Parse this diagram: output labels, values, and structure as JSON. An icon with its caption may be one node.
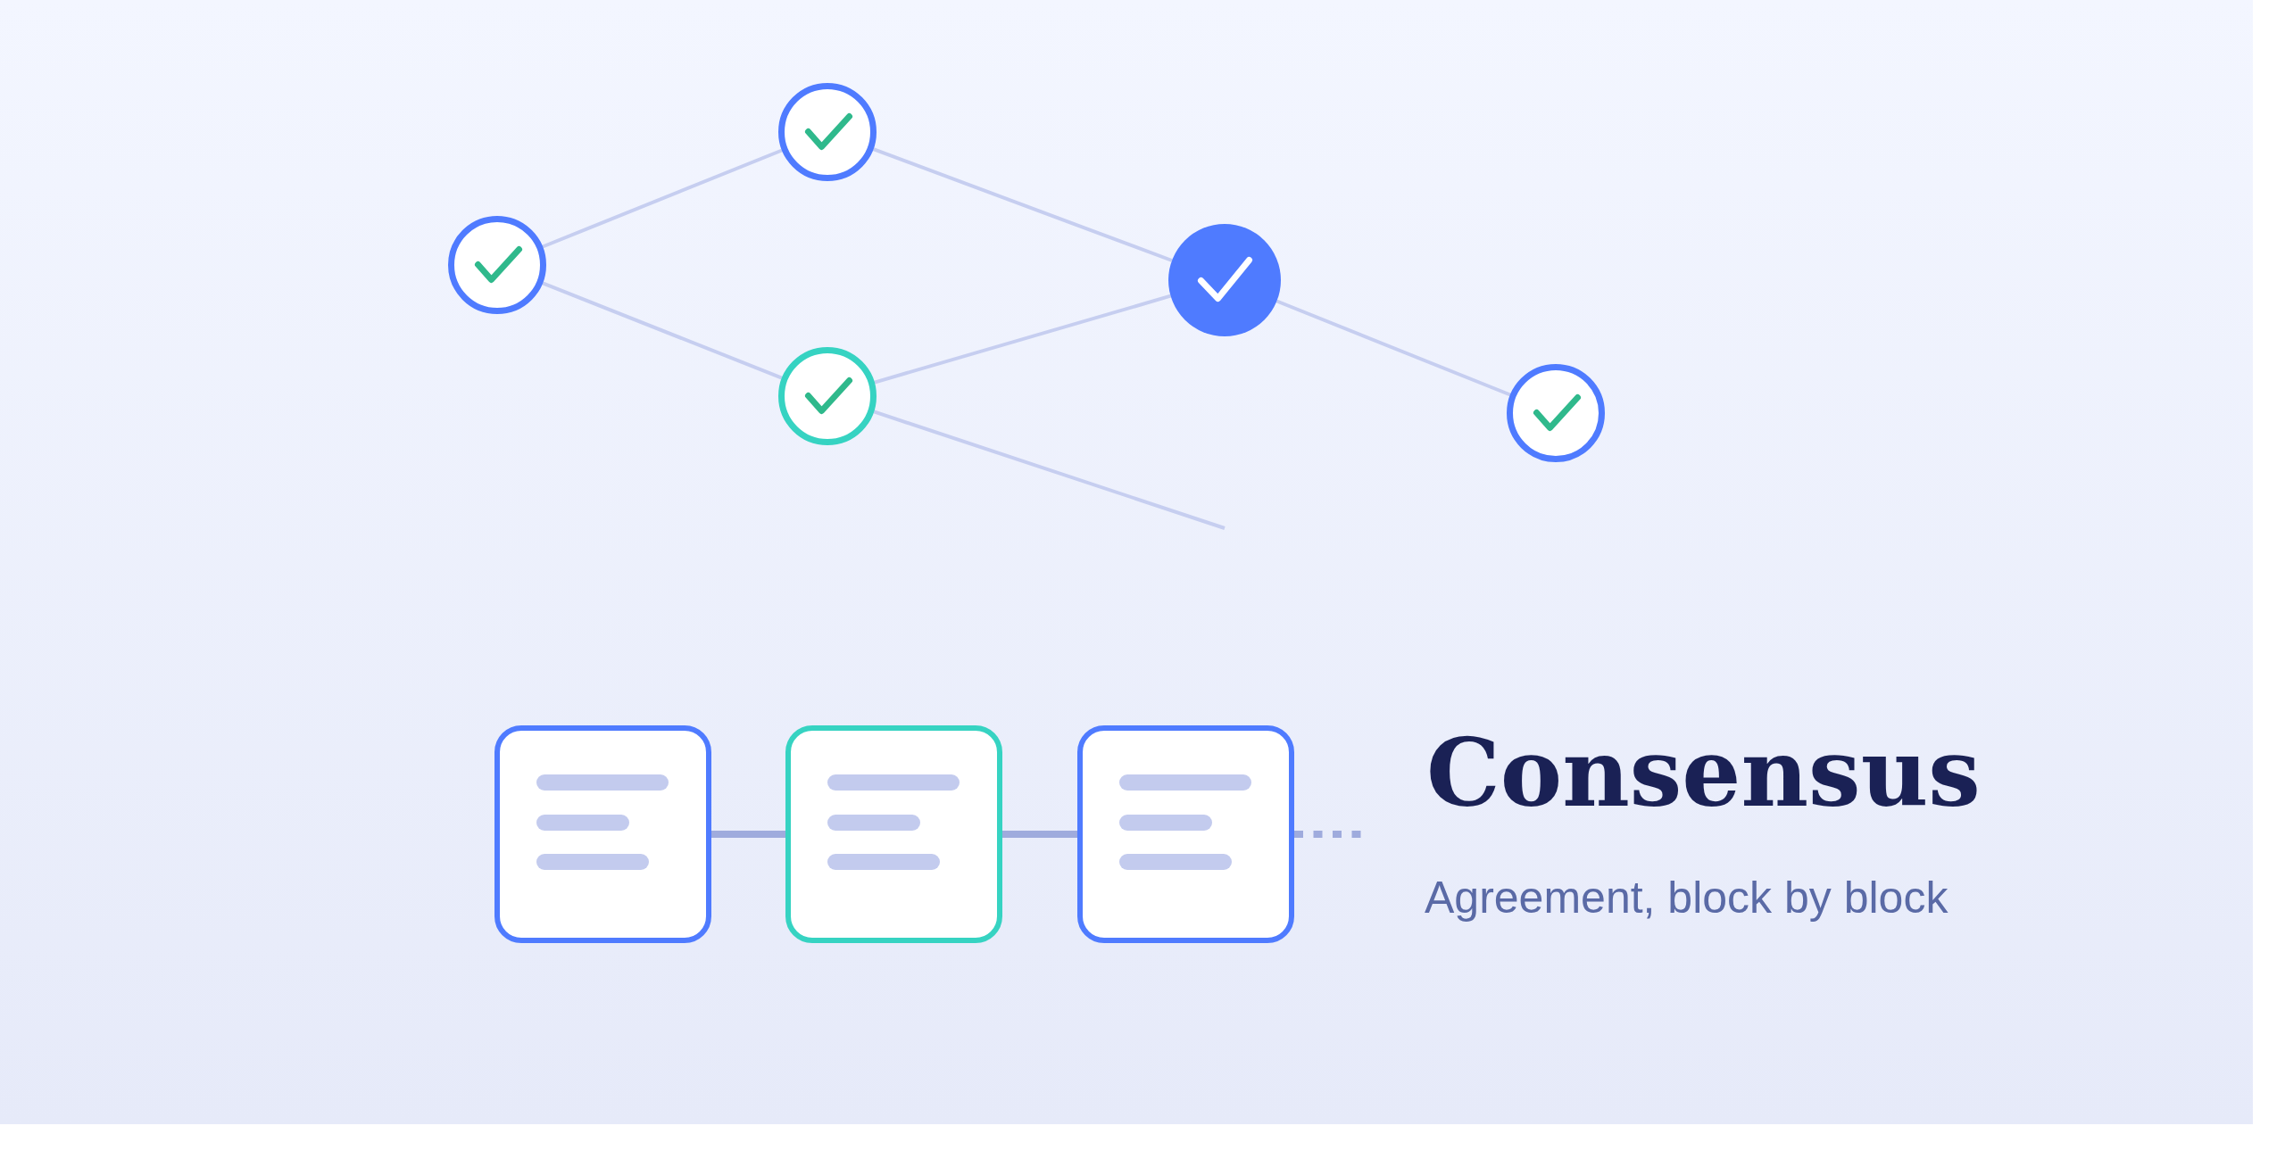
{
  "diagram": {
    "title": "Consensus",
    "nodes": [
      {
        "text": [],
        "shape": "circle"
      },
      {
        "text": [],
        "shape": "circle"
      },
      {
        "text": [],
        "shape": "circle"
      },
      {
        "text": [],
        "shape": "circle"
      },
      {
        "text": [],
        "shape": "circle"
      },
      {
        "text": [],
        "shape": "box"
      },
      {
        "text": [],
        "shape": "box"
      },
      {
        "text": [],
        "shape": "box"
      }
    ],
    "edges": [
      {
        "from": 0,
        "to": 1,
        "arrow": "none"
      },
      {
        "from": 0,
        "to": 2,
        "arrow": "none"
      },
      {
        "from": 1,
        "to": 3,
        "arrow": "none"
      },
      {
        "from": 2,
        "to": 3,
        "arrow": "none"
      },
      {
        "from": 2,
        "to": null,
        "arrow": "none"
      },
      {
        "from": 3,
        "to": 4,
        "arrow": "none"
      },
      {
        "from": 5,
        "to": 6,
        "arrow": "none",
        "style": "thick",
        "color": "#9fabdd"
      },
      {
        "from": 6,
        "to": 7,
        "arrow": "none",
        "style": "thick",
        "color": "#9fabdd"
      },
      {
        "from": 7,
        "to": null,
        "arrow": "none",
        "style": "dashed",
        "color": "#9fabdd"
      }
    ],
    "labels": [
      "Agreement, block by block"
    ]
  }
}
